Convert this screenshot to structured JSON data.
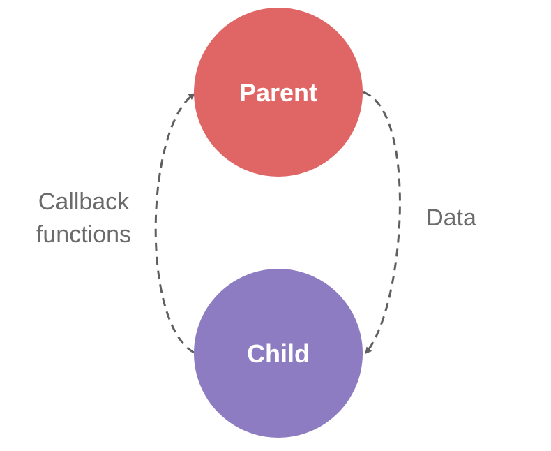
{
  "nodes": {
    "parent": {
      "label": "Parent",
      "color": "#e06666"
    },
    "child": {
      "label": "Child",
      "color": "#8e7cc3"
    }
  },
  "edges": {
    "data": {
      "label": "Data"
    },
    "callback": {
      "label_line1": "Callback",
      "label_line2": "functions"
    }
  },
  "colors": {
    "edge_stroke": "#5f5f5f",
    "edge_text": "#6b6b6b",
    "background": "#ffffff"
  }
}
